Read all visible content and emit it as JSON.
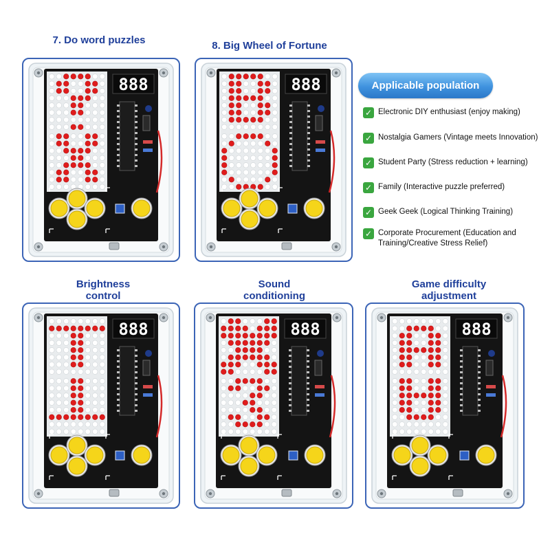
{
  "panels": [
    {
      "title": "7. Do word puzzles",
      "digits": "888",
      "pattern": "word",
      "colors": [
        "yellow",
        "yellow",
        "yellow",
        "yellow",
        "yellow"
      ]
    },
    {
      "title": "8. Big Wheel of Fortune",
      "digits": "888",
      "pattern": "wheel",
      "colors": [
        "yellow",
        "yellow",
        "yellow",
        "yellow",
        "yellow"
      ]
    },
    {
      "title": "Brightness control",
      "digits": "888",
      "pattern": "bright",
      "colors": [
        "yellow",
        "yellow",
        "yellow",
        "yellow",
        "yellow"
      ]
    },
    {
      "title": "Sound conditioning",
      "digits": "888",
      "pattern": "sound",
      "colors": [
        "yellow",
        "yellow",
        "yellow",
        "yellow",
        "yellow"
      ]
    },
    {
      "title": "Game difficulty adjustment",
      "digits": "888",
      "pattern": "difficulty",
      "colors": [
        "yellow",
        "yellow",
        "yellow",
        "yellow",
        "yellow"
      ]
    }
  ],
  "population": {
    "title": "Applicable population",
    "items": [
      "Electronic DIY enthusiast (enjoy making)",
      "Nostalgia Gamers (Vintage meets Innovation)",
      "Student Party (Stress reduction + learning)",
      "Family (Interactive puzzle preferred)",
      "Geek Geek (Logical Thinking Training)",
      "Corporate Procurement (Education and Training/Creative Stress Relief)"
    ]
  },
  "icons": {
    "check": "check-mark-icon",
    "arrows": "corner-arrow-icon"
  },
  "colors": {
    "title_blue": "#1f3f9a",
    "card_border": "#3b64b6",
    "led_on": "#e01c1c",
    "led_off": "#f1f1f1",
    "pcb": "#141414",
    "button_yellow": "#f5d51a",
    "check_green": "#3aa63f"
  }
}
